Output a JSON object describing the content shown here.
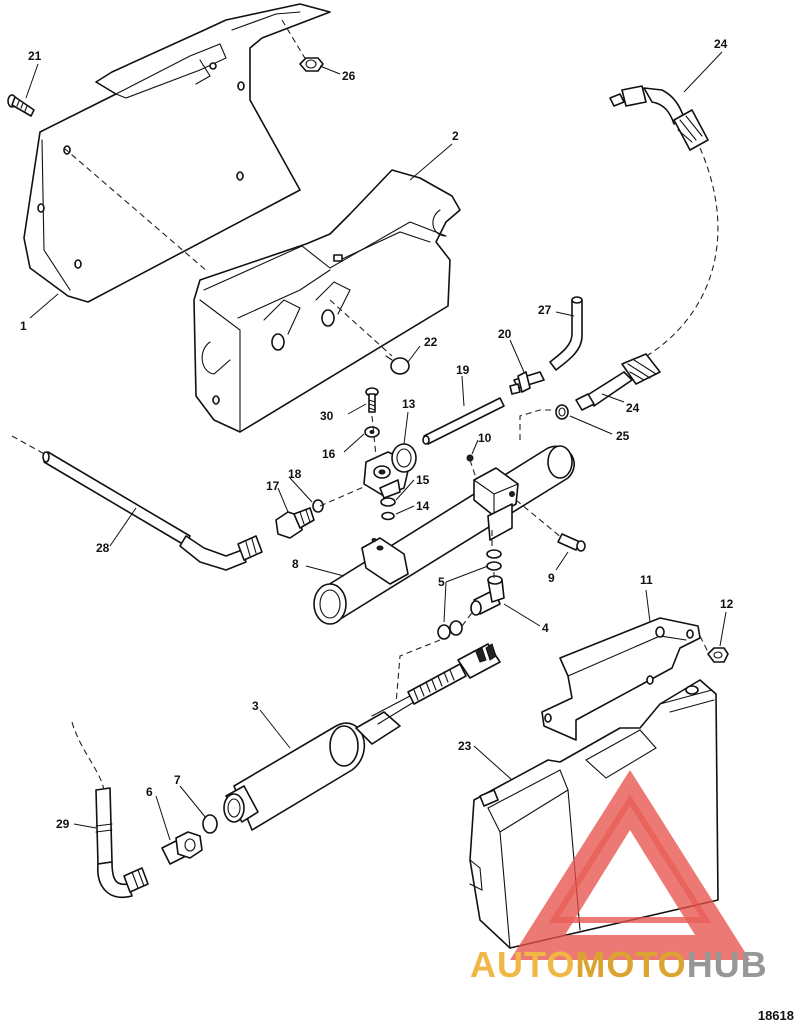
{
  "callouts": [
    "21",
    "26",
    "24",
    "2",
    "1",
    "27",
    "20",
    "22",
    "19",
    "30",
    "13",
    "10",
    "16",
    "25",
    "24",
    "18",
    "17",
    "15",
    "14",
    "28",
    "8",
    "9",
    "5",
    "11",
    "12",
    "4",
    "3",
    "23",
    "7",
    "6",
    "29"
  ],
  "watermark": {
    "part1": "AUTO",
    "part2": "MOTO",
    "part3": "HUB",
    "colors": {
      "triangle": "#e8504a",
      "text_light": "#f0b030",
      "text_dark": "#d89a1a",
      "text_gray": "#8c8c8c"
    }
  },
  "reference_number": "18618"
}
